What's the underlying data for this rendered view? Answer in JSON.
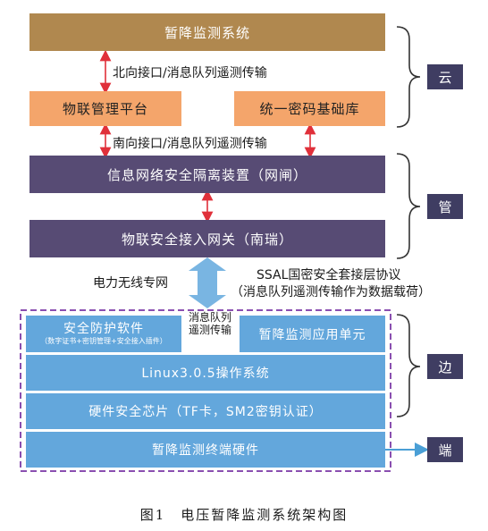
{
  "diagram": {
    "cloud_top": "暂降监测系统",
    "north_interface": "北向接口/消息队列遥测传输",
    "iot_platform": "物联管理平台",
    "crypto_base": "统一密码基础库",
    "south_interface": "南向接口/消息队列遥测传输",
    "isolation_device": "信息网络安全隔离装置（网闸）",
    "iot_gateway": "物联安全接入网关（南瑞）",
    "wireless_network": "电力无线专网",
    "ssal_line1": "SSAL国密安全套接层协议",
    "ssal_line2": "（消息队列遥测传输作为数据载荷）",
    "security_software": "安全防护软件",
    "security_software_sub": "（数字证书+密钥管理+安全接入插件）",
    "mq_line1": "消息队列",
    "mq_line2": "遥测传输",
    "monitor_app": "暂降监测应用单元",
    "linux": "Linux3.0.5操作系统",
    "hw_chip": "硬件安全芯片（TF卡，SM2密钥认证）",
    "terminal_hw": "暂降监测终端硬件",
    "tags": {
      "cloud": "云",
      "pipe": "管",
      "edge": "边",
      "end": "端"
    },
    "caption": "图1　电压暂降监测系统架构图"
  },
  "colors": {
    "brown": "#b0884f",
    "orange": "#f4a56b",
    "purple": "#574b74",
    "blue": "#63a7dc",
    "tag": "#3f3d62",
    "arrow_red": "#e0303a",
    "dashed": "#8a4fb0"
  }
}
